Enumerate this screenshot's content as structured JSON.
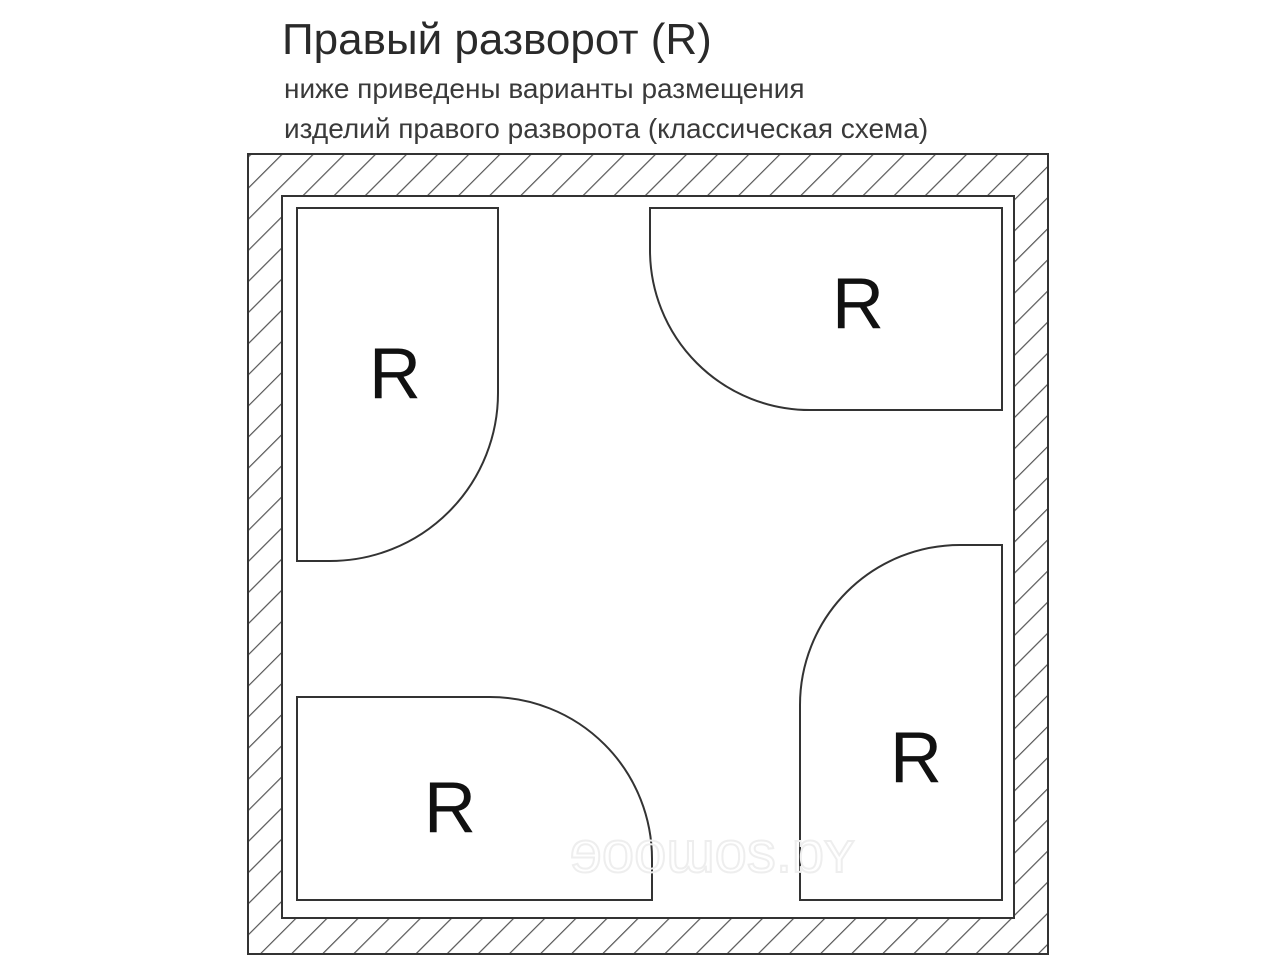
{
  "header": {
    "title": "Правый разворот (R)",
    "subtitle_line1": "ниже приведены варианты размещения",
    "subtitle_line2": "изделий правого разворота (классическая схема)"
  },
  "diagram": {
    "units": [
      {
        "label": "R",
        "corner": "top-left"
      },
      {
        "label": "R",
        "corner": "top-right"
      },
      {
        "label": "R",
        "corner": "bottom-left"
      },
      {
        "label": "R",
        "corner": "bottom-right"
      }
    ],
    "watermark": "ɘooɯos.ɒʏ",
    "colors": {
      "wall_stroke": "#333333",
      "hatch": "#555555",
      "label": "#111111"
    }
  }
}
